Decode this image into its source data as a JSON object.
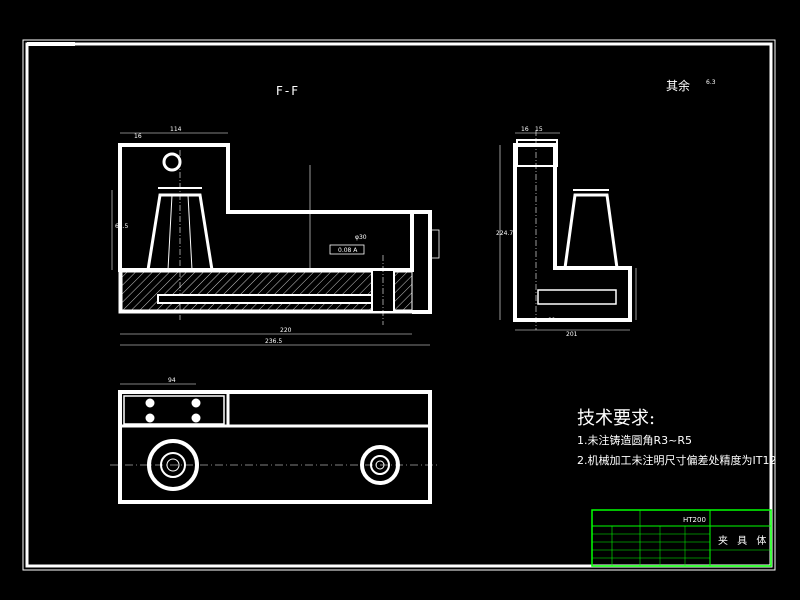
{
  "section_label": "F-F",
  "surface_finish_note": "其余",
  "surface_finish_value": "6.3",
  "technical_requirements": {
    "title": "技术要求:",
    "notes": [
      "1.未注铸造圆角R3~R5",
      "2.机械加工未注明尺寸偏差处精度为IT12"
    ]
  },
  "title_block": {
    "material": "HT200",
    "name": "夹 具 体"
  },
  "dimensions": {
    "front_top_width": "114",
    "front_left_offset": "16",
    "front_total_width": "236.5",
    "front_inner_width": "220",
    "front_height": "61.5",
    "bore": "φ30",
    "tolerance_gdt": "0.08 A",
    "side_height": "224.7",
    "side_base": "201",
    "side_base2": "91",
    "side_top_dim1": "16",
    "side_top_dim2": "15",
    "plan_dim": "94"
  },
  "colors": {
    "background": "#000000",
    "line": "#ffffff",
    "title_block": "#00ff00",
    "dimension": "#ffffff"
  }
}
